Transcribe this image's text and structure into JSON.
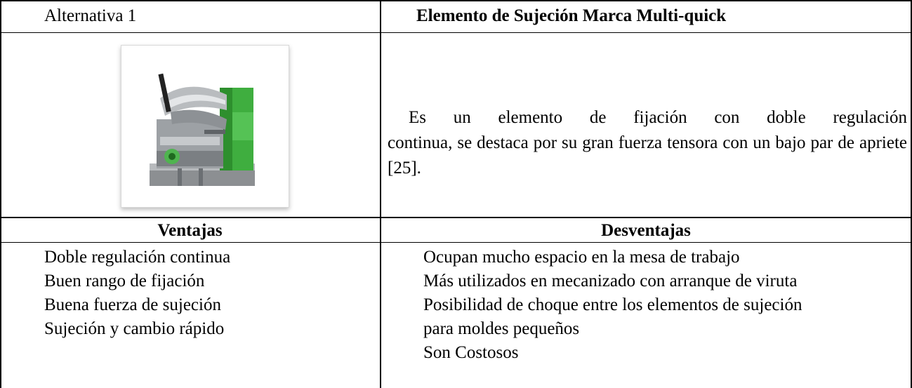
{
  "header": {
    "left_label": "Alternativa 1",
    "right_title": "Elemento de Sujeción Marca Multi-quick"
  },
  "image": {
    "icon": "clamp-device-photo"
  },
  "description": {
    "line1": "Es un elemento de fijación con doble regulación",
    "rest": "continua, se destaca por su gran fuerza tensora con un bajo par de apriete [25]."
  },
  "columns": {
    "advantages_header": "Ventajas",
    "disadvantages_header": "Desventajas"
  },
  "advantages": [
    "Doble regulación continua",
    "Buen rango de fijación",
    "Buena fuerza de sujeción",
    "Sujeción y cambio rápido"
  ],
  "disadvantages": [
    "Ocupan mucho espacio en la mesa de trabajo",
    "Más utilizados en mecanizado con arranque de viruta",
    "Posibilidad de choque entre los elementos de sujeción",
    "para moldes pequeños",
    "Son Costosos"
  ]
}
